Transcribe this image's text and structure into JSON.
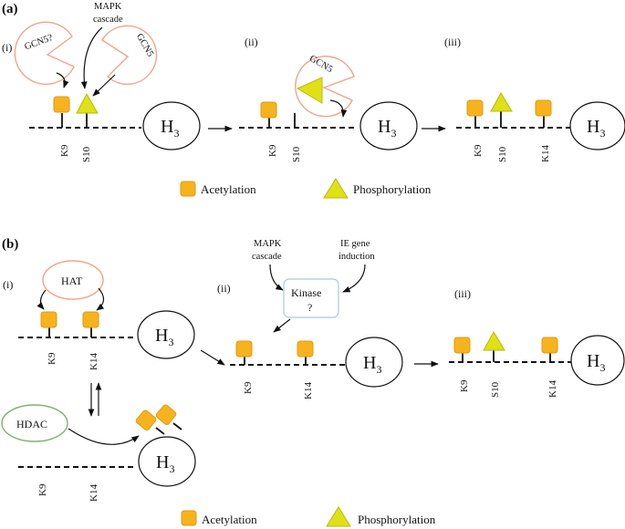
{
  "panel_a": {
    "label": "(a)",
    "steps": [
      "(i)",
      "(ii)",
      "(iii)"
    ],
    "enzymes": {
      "gcn5_uncertain": "GCN5?",
      "gcn5": "GCN5",
      "mapk_line1": "MAPK",
      "mapk_line2": "cascade"
    },
    "sites": {
      "k9": "K9",
      "s10": "S10",
      "k14": "K14"
    },
    "histone": "H",
    "histone_sub": "3",
    "legend": {
      "acetylation": "Acetylation",
      "phosphorylation": "Phosphorylation"
    }
  },
  "panel_b": {
    "label": "(b)",
    "steps": [
      "(i)",
      "(ii)",
      "(iii)"
    ],
    "enzymes": {
      "hat": "HAT",
      "hdac": "HDAC",
      "kinase_line1": "Kinase",
      "kinase_line2": "?"
    },
    "signals": {
      "mapk_line1": "MAPK",
      "mapk_line2": "cascade",
      "ie_line1": "IE gene",
      "ie_line2": "induction"
    },
    "sites": {
      "k9": "K9",
      "s10": "S10",
      "k14": "K14"
    },
    "histone": "H",
    "histone_sub": "3",
    "legend": {
      "acetylation": "Acetylation",
      "phosphorylation": "Phosphorylation"
    }
  },
  "colors": {
    "acetylation": "#f7b31d",
    "phosphorylation": "#e0e017",
    "gcn5_outline": "#f0a58a",
    "hat_outline": "#f0a58a",
    "hdac_outline": "#7cb36a",
    "kinase_outline": "#a8c8e0"
  }
}
